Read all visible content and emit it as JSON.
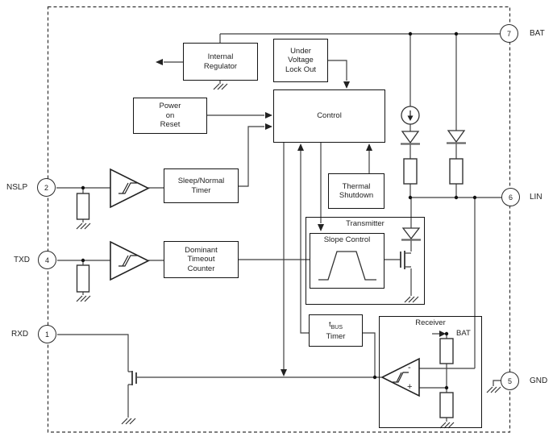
{
  "pins": {
    "bat": {
      "number": "7",
      "label": "BAT"
    },
    "lin": {
      "number": "6",
      "label": "LIN"
    },
    "gnd": {
      "number": "5",
      "label": "GND"
    },
    "nslp": {
      "number": "2",
      "label": "NSLP"
    },
    "txd": {
      "number": "4",
      "label": "TXD"
    },
    "rxd": {
      "number": "1",
      "label": "RXD"
    }
  },
  "blocks": {
    "internal_regulator": "Internal\nRegulator",
    "under_voltage_lock_out": "Under\nVoltage\nLock Out",
    "power_on_reset": "Power\non\nReset",
    "control": "Control",
    "sleep_normal_timer": "Sleep/Normal\nTimer",
    "thermal_shutdown": "Thermal\nShutdown",
    "dominant_timeout_counter": "Dominant\nTimeout\nCounter",
    "transmitter": "Transmitter",
    "slope_control": "Slope Control",
    "tbus_timer": {
      "pre": "t",
      "sub": "BUS",
      "line2": "Timer"
    },
    "receiver": "Receiver",
    "receiver_bat_node": "BAT"
  },
  "comparator": {
    "minus_label": "-",
    "plus_label": "+"
  },
  "colors": {
    "wire": "#3f3f3f",
    "box_border": "#141414",
    "text": "#222222",
    "background": "#ffffff"
  }
}
